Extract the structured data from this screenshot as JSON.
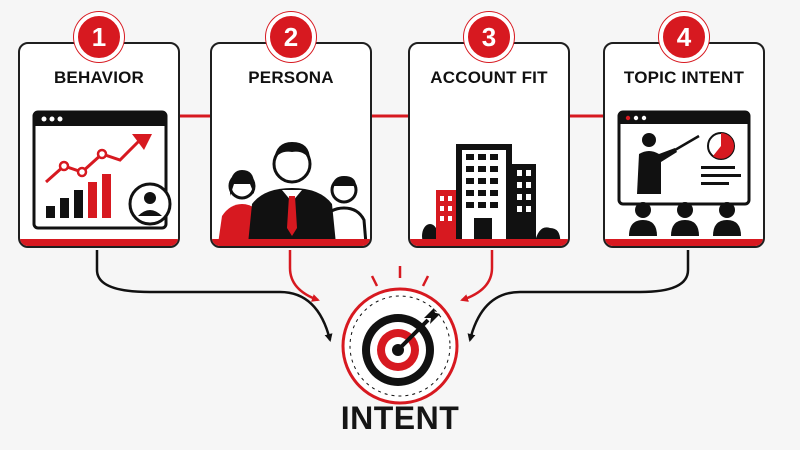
{
  "steps": [
    {
      "number": "1",
      "label": "BEHAVIOR",
      "icon": "browser-trend-chart-icon"
    },
    {
      "number": "2",
      "label": "PERSONA",
      "icon": "people-group-icon"
    },
    {
      "number": "3",
      "label": "ACCOUNT FIT",
      "icon": "office-building-icon"
    },
    {
      "number": "4",
      "label": "TOPIC INTENT",
      "icon": "presentation-audience-icon"
    }
  ],
  "result": {
    "label": "INTENT",
    "icon": "target-bullseye-icon"
  },
  "colors": {
    "accent": "#d71920",
    "ink": "#111111",
    "background": "#f6f6f6"
  }
}
